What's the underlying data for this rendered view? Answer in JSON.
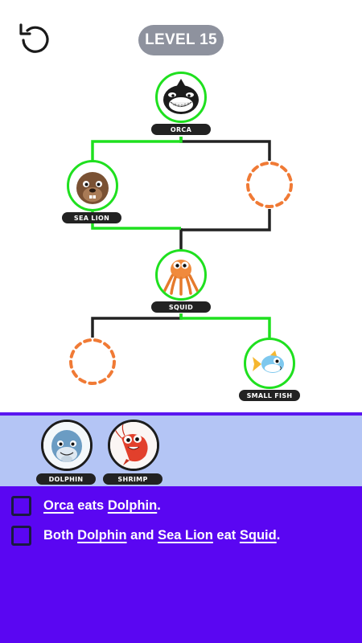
{
  "header": {
    "level_label": "LEVEL 15",
    "restart_icon": "restart-icon"
  },
  "tree": {
    "nodes": {
      "orca": {
        "label": "ORCA",
        "icon": "orca-icon"
      },
      "sea_lion": {
        "label": "SEA LION",
        "icon": "sea-lion-icon"
      },
      "squid": {
        "label": "SQUID",
        "icon": "squid-icon"
      },
      "small_fish": {
        "label": "SMALL FISH",
        "icon": "small-fish-icon"
      }
    },
    "colors": {
      "solved_line": "#1fe01f",
      "open_line": "#222222",
      "slot_dash": "#f07a35"
    }
  },
  "tray": {
    "items": [
      {
        "label": "DOLPHIN",
        "icon": "dolphin-icon"
      },
      {
        "label": "SHRIMP",
        "icon": "shrimp-icon"
      }
    ]
  },
  "clues": {
    "c1": {
      "subject": "Orca",
      "verb": " eats ",
      "object": "Dolphin",
      "end": "."
    },
    "c2": {
      "prefix": "Both ",
      "a": "Dolphin",
      "and": " and ",
      "b": "Sea Lion",
      "verb": " eat ",
      "object": "Squid",
      "end": "."
    }
  },
  "colors": {
    "tray_bg": "#b4c5f5",
    "clue_bg": "#5a06f2",
    "accent": "#5a16f0",
    "level_pill": "#8e929e"
  }
}
